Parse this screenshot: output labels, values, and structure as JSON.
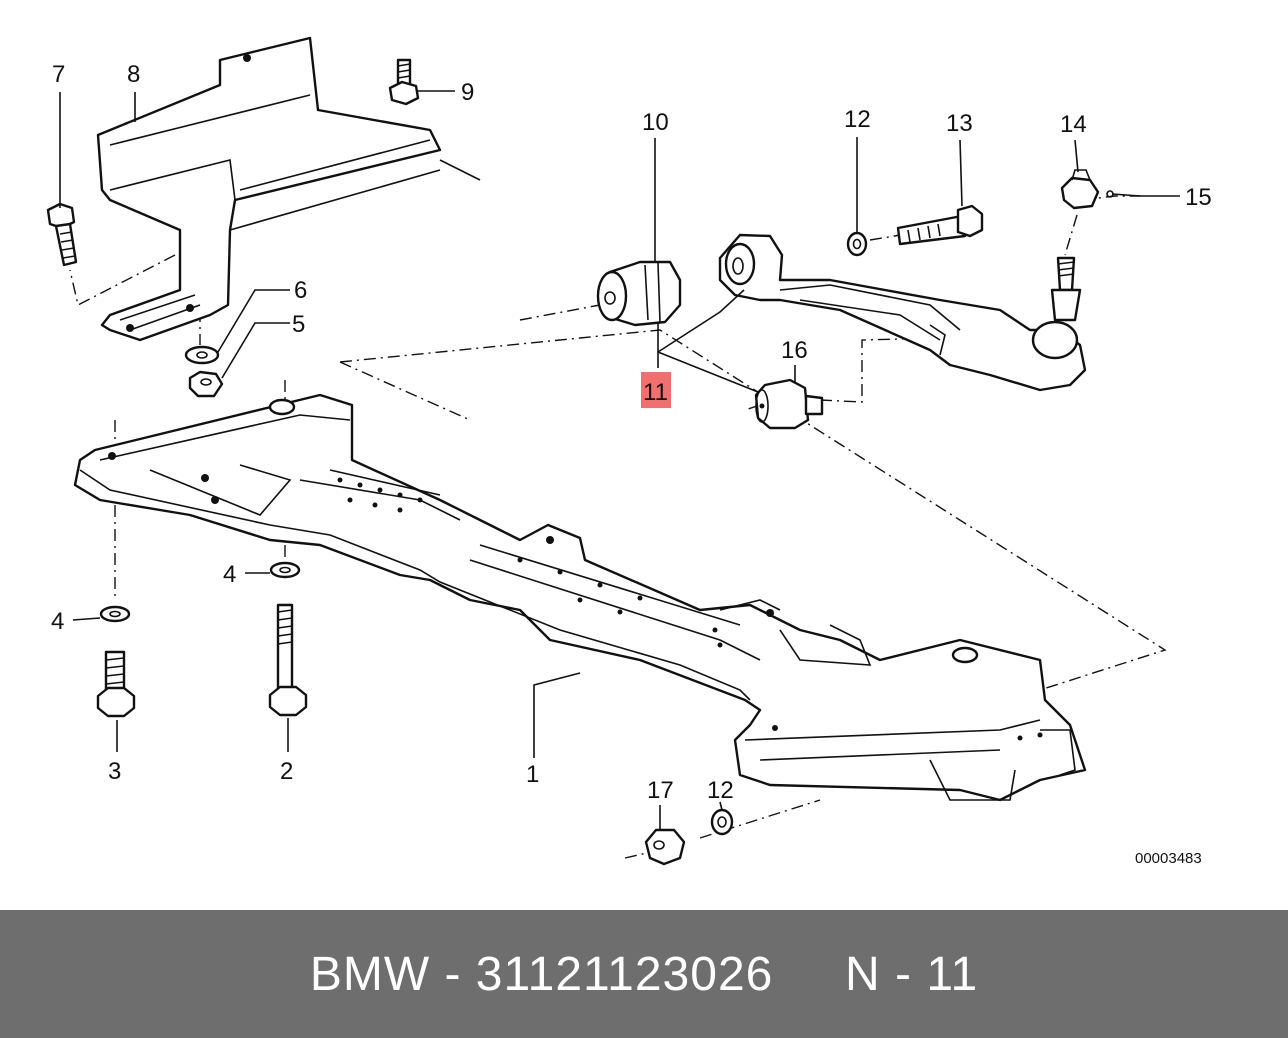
{
  "diagram": {
    "callouts": {
      "c1": "1",
      "c2": "2",
      "c3": "3",
      "c4a": "4",
      "c4b": "4",
      "c5": "5",
      "c6": "6",
      "c7": "7",
      "c8": "8",
      "c9": "9",
      "c10": "10",
      "c11": "11",
      "c12a": "12",
      "c12b": "12",
      "c13": "13",
      "c14": "14",
      "c15": "15",
      "c16": "16",
      "c17": "17"
    },
    "highlighted_callout": "11",
    "highlight_color": "#f07070",
    "reference_code": "00003483"
  },
  "footer": {
    "text": "BMW - 31121123026     N - 11",
    "background_color": "#6e6e6e",
    "text_color": "#ffffff"
  }
}
